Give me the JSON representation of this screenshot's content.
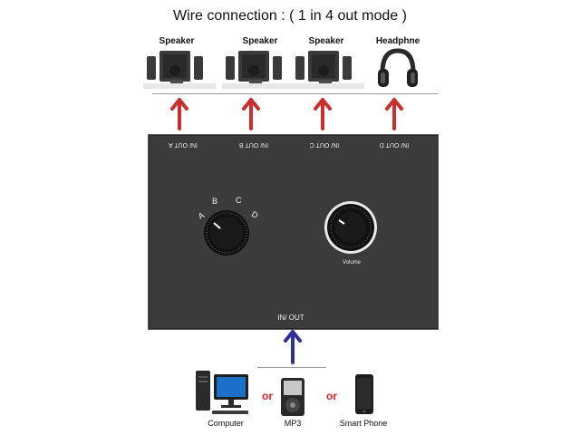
{
  "title": "Wire connection : ( 1 in 4 out mode )",
  "outputs": [
    {
      "label": "Speaker",
      "icon": "speaker-set-icon"
    },
    {
      "label": "Speaker",
      "icon": "speaker-set-icon"
    },
    {
      "label": "Speaker",
      "icon": "speaker-set-icon"
    },
    {
      "label": "Headphne",
      "icon": "headphones-icon"
    }
  ],
  "panel": {
    "ports": [
      "IN/ OUT A",
      "IN/ OUT B",
      "IN/ OUT C",
      "IN/ OUT D"
    ],
    "selector_letters": [
      "A",
      "B",
      "C",
      "D"
    ],
    "volume_label": "Volume",
    "input_label": "IN/ OUT"
  },
  "sources": {
    "items": [
      {
        "label": "Computer",
        "icon": "computer-icon"
      },
      {
        "label": "MP3",
        "icon": "mp3-player-icon"
      },
      {
        "label": "Smart Phone",
        "icon": "smartphone-icon"
      }
    ],
    "separator": "or"
  },
  "colors": {
    "output_arrow": "#c9302c",
    "input_arrow": "#2f2f9b",
    "panel": "#3b3b3c"
  }
}
